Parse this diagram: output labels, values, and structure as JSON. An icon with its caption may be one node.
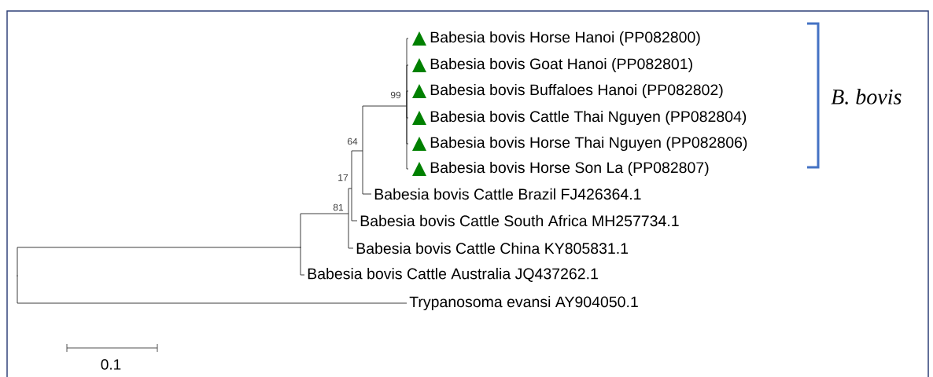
{
  "diagram": {
    "nodes": [
      {
        "text": [
          "Babesia bovis Horse Hanoi (PP082800)"
        ]
      },
      {
        "text": [
          "Babesia bovis Goat Hanoi (PP082801)"
        ]
      },
      {
        "text": [
          "Babesia bovis Buffaloes Hanoi (PP082802)"
        ]
      },
      {
        "text": [
          "Babesia bovis Cattle Thai Nguyen (PP082804)"
        ]
      },
      {
        "text": [
          "Babesia bovis Horse Thai Nguyen (PP082806)"
        ]
      },
      {
        "text": [
          "Babesia bovis Horse Son La (PP082807)"
        ]
      },
      {
        "text": [
          "Babesia bovis Cattle Brazil FJ426364.1"
        ]
      },
      {
        "text": [
          "Babesia bovis Cattle South Africa MH257734.1"
        ]
      },
      {
        "text": [
          "Babesia bovis Cattle China KY805831.1"
        ]
      },
      {
        "text": [
          "Babesia bovis Cattle Australia JQ437262.1"
        ]
      },
      {
        "text": [
          "Trypanosoma evansi AY904050.1"
        ]
      },
      {
        "text": [
          "99"
        ]
      },
      {
        "text": [
          "64"
        ]
      },
      {
        "text": [
          "17"
        ]
      },
      {
        "text": [
          "81"
        ]
      },
      {
        "text": [],
        "shape": "point"
      },
      {
        "text": [],
        "shape": "point"
      }
    ],
    "edges": [
      {
        "from": 16,
        "to": 15,
        "arrow": "none"
      },
      {
        "from": 16,
        "to": 10,
        "arrow": "none"
      },
      {
        "from": 15,
        "to": 14,
        "arrow": "none"
      },
      {
        "from": 15,
        "to": 9,
        "arrow": "none"
      },
      {
        "from": 14,
        "to": 13,
        "arrow": "none"
      },
      {
        "from": 14,
        "to": 8,
        "arrow": "none"
      },
      {
        "from": 13,
        "to": 12,
        "arrow": "none"
      },
      {
        "from": 13,
        "to": 7,
        "arrow": "none"
      },
      {
        "from": 12,
        "to": 11,
        "arrow": "none"
      },
      {
        "from": 12,
        "to": 6,
        "arrow": "none"
      },
      {
        "from": 11,
        "to": 0,
        "arrow": "none"
      },
      {
        "from": 11,
        "to": 1,
        "arrow": "none"
      },
      {
        "from": 11,
        "to": 2,
        "arrow": "none"
      },
      {
        "from": 11,
        "to": 3,
        "arrow": "none"
      },
      {
        "from": 11,
        "to": 4,
        "arrow": "none"
      },
      {
        "from": 11,
        "to": 5,
        "arrow": "none"
      }
    ],
    "labels": [
      "B. bovis",
      "0.1"
    ]
  }
}
